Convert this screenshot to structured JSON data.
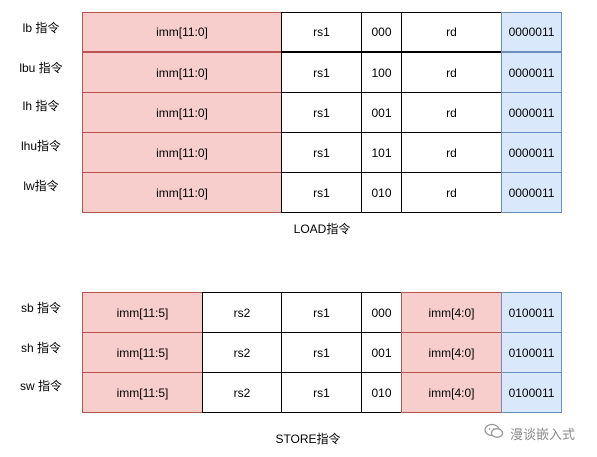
{
  "load": {
    "caption": "LOAD指令",
    "rows": [
      {
        "label": "lb 指令",
        "imm": "imm[11:0]",
        "rs1": "rs1",
        "funct3": "000",
        "rd": "rd",
        "opcode": "0000011"
      },
      {
        "label": "lbu 指令",
        "imm": "imm[11:0]",
        "rs1": "rs1",
        "funct3": "100",
        "rd": "rd",
        "opcode": "0000011"
      },
      {
        "label": "lh 指令",
        "imm": "imm[11:0]",
        "rs1": "rs1",
        "funct3": "001",
        "rd": "rd",
        "opcode": "0000011"
      },
      {
        "label": "lhu指令",
        "imm": "imm[11:0]",
        "rs1": "rs1",
        "funct3": "101",
        "rd": "rd",
        "opcode": "0000011"
      },
      {
        "label": "lw指令",
        "imm": "imm[11:0]",
        "rs1": "rs1",
        "funct3": "010",
        "rd": "rd",
        "opcode": "0000011"
      }
    ]
  },
  "store": {
    "caption": "STORE指令",
    "rows": [
      {
        "label": "sb 指令",
        "imm_hi": "imm[11:5]",
        "rs2": "rs2",
        "rs1": "rs1",
        "funct3": "000",
        "imm_lo": "imm[4:0]",
        "opcode": "0100011"
      },
      {
        "label": "sh 指令",
        "imm_hi": "imm[11:5]",
        "rs2": "rs2",
        "rs1": "rs1",
        "funct3": "001",
        "imm_lo": "imm[4:0]",
        "opcode": "0100011"
      },
      {
        "label": "sw 指令",
        "imm_hi": "imm[11:5]",
        "rs2": "rs2",
        "rs1": "rs1",
        "funct3": "010",
        "imm_lo": "imm[4:0]",
        "opcode": "0100011"
      }
    ]
  },
  "watermark": {
    "text": "漫谈嵌入式",
    "icon": "wechat-icon"
  },
  "colors": {
    "imm_fill": "#f8cecc",
    "imm_border": "#b85450",
    "opcode_fill": "#dae8fc",
    "opcode_border": "#6c8ebf"
  }
}
